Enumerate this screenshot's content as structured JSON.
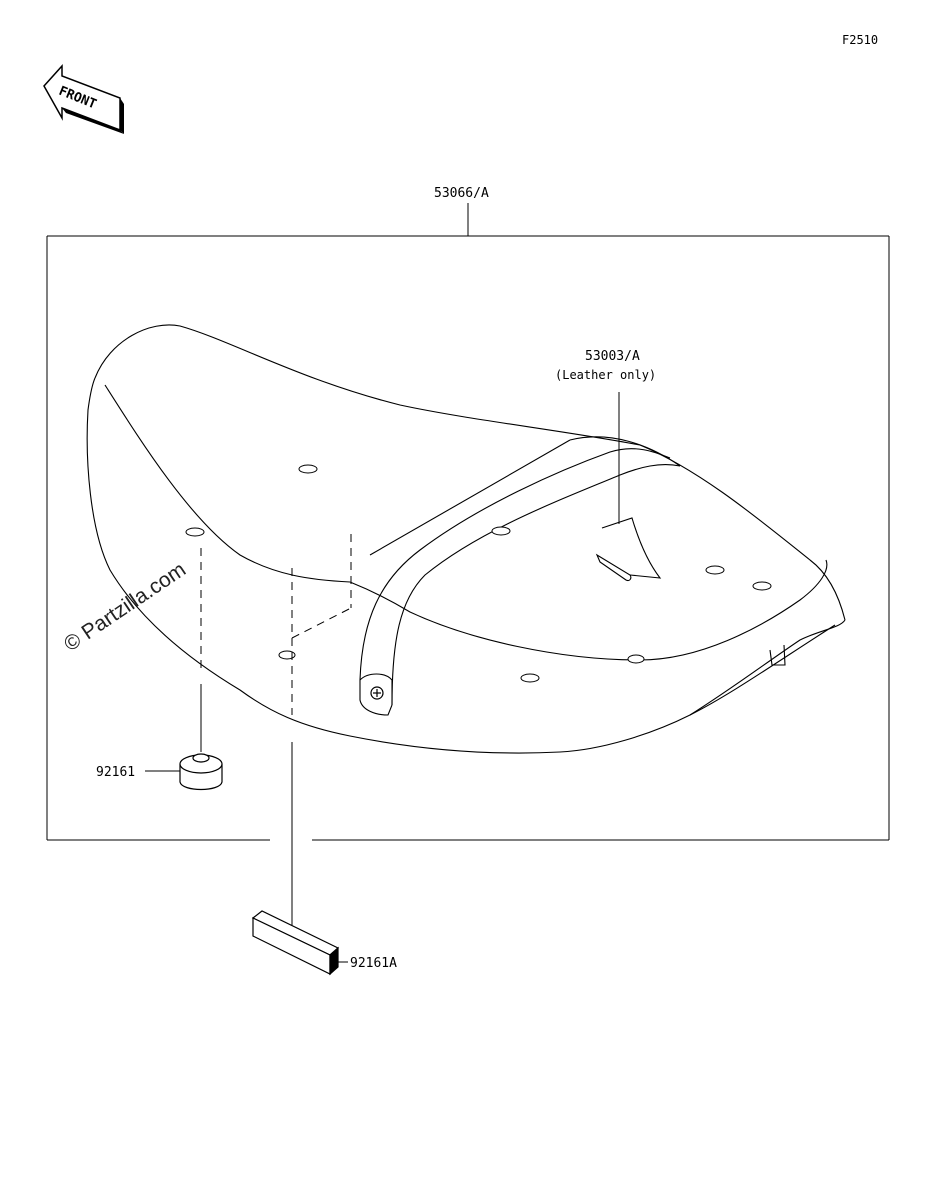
{
  "figure_code": "F2510",
  "front_label": "FRONT",
  "watermark": "© Partzilla.com",
  "parts": {
    "seat_assembly": "53066/A",
    "badge": "53003/A",
    "badge_note": "(Leather only)",
    "damper": "92161",
    "damper_block": "92161A"
  }
}
